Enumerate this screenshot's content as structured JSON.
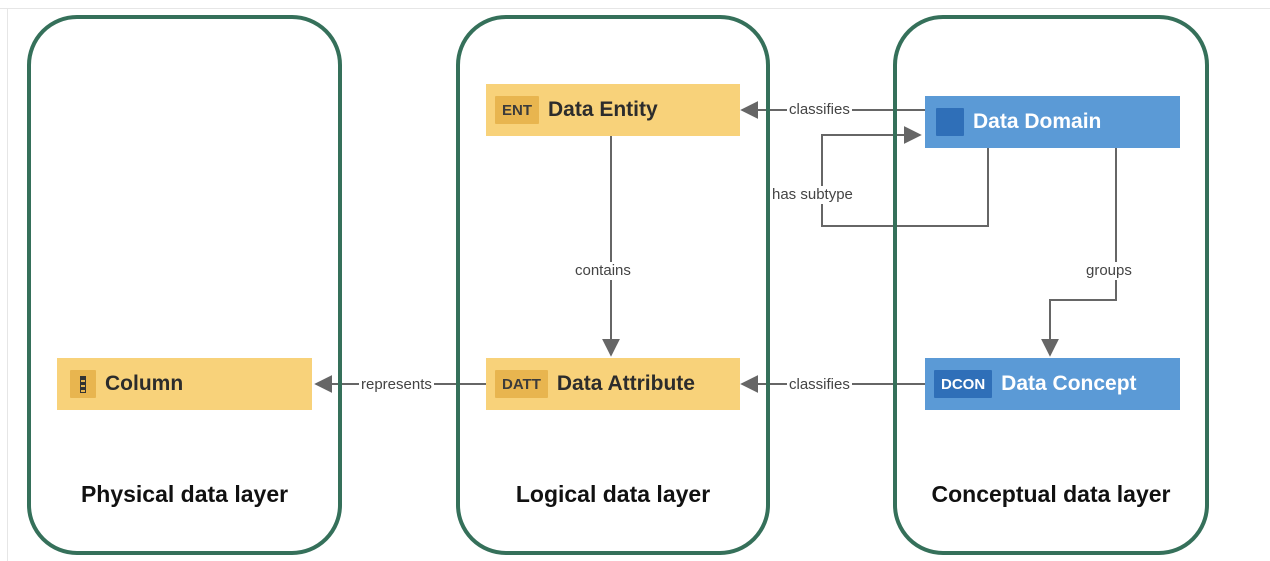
{
  "layers": {
    "physical": {
      "title": "Physical data layer"
    },
    "logical": {
      "title": "Logical data layer"
    },
    "conceptual": {
      "title": "Conceptual data layer"
    }
  },
  "nodes": {
    "data_entity": {
      "badge": "ENT",
      "label": "Data Entity",
      "color": "#f8d27a"
    },
    "data_attribute": {
      "badge": "DATT",
      "label": "Data Attribute",
      "color": "#f8d27a"
    },
    "column": {
      "label": "Column",
      "icon": "column-icon",
      "color": "#f8d27a"
    },
    "data_domain": {
      "label": "Data Domain",
      "icon": "domain-square-icon",
      "color": "#5b9ad6"
    },
    "data_concept": {
      "badge": "DCON",
      "label": "Data Concept",
      "color": "#5b9ad6"
    }
  },
  "edges": {
    "domain_classifies_entity": "classifies",
    "domain_has_subtype": "has subtype",
    "entity_contains_attribute": "contains",
    "domain_groups_concept": "groups",
    "attribute_represents_column": "represents",
    "concept_classifies_attribute": "classifies"
  },
  "colors": {
    "layer_border": "#35705a",
    "edge": "#666666"
  }
}
